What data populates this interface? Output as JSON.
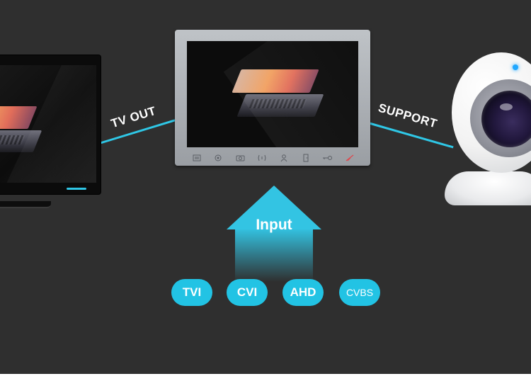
{
  "labels": {
    "tv_out": "TV OUT",
    "support": "SUPPORT",
    "input": "Input"
  },
  "formats": [
    "TVI",
    "CVI",
    "AHD",
    "CVBS"
  ],
  "monitor_buttons": [
    "menu-icon",
    "settings-icon",
    "camera-icon",
    "intercom-icon",
    "user-icon",
    "door-icon",
    "key-icon",
    "hangup-icon"
  ],
  "colors": {
    "accent": "#22c3e4",
    "background": "#2f2f2f",
    "webcam_led": "#1fa7ff"
  }
}
